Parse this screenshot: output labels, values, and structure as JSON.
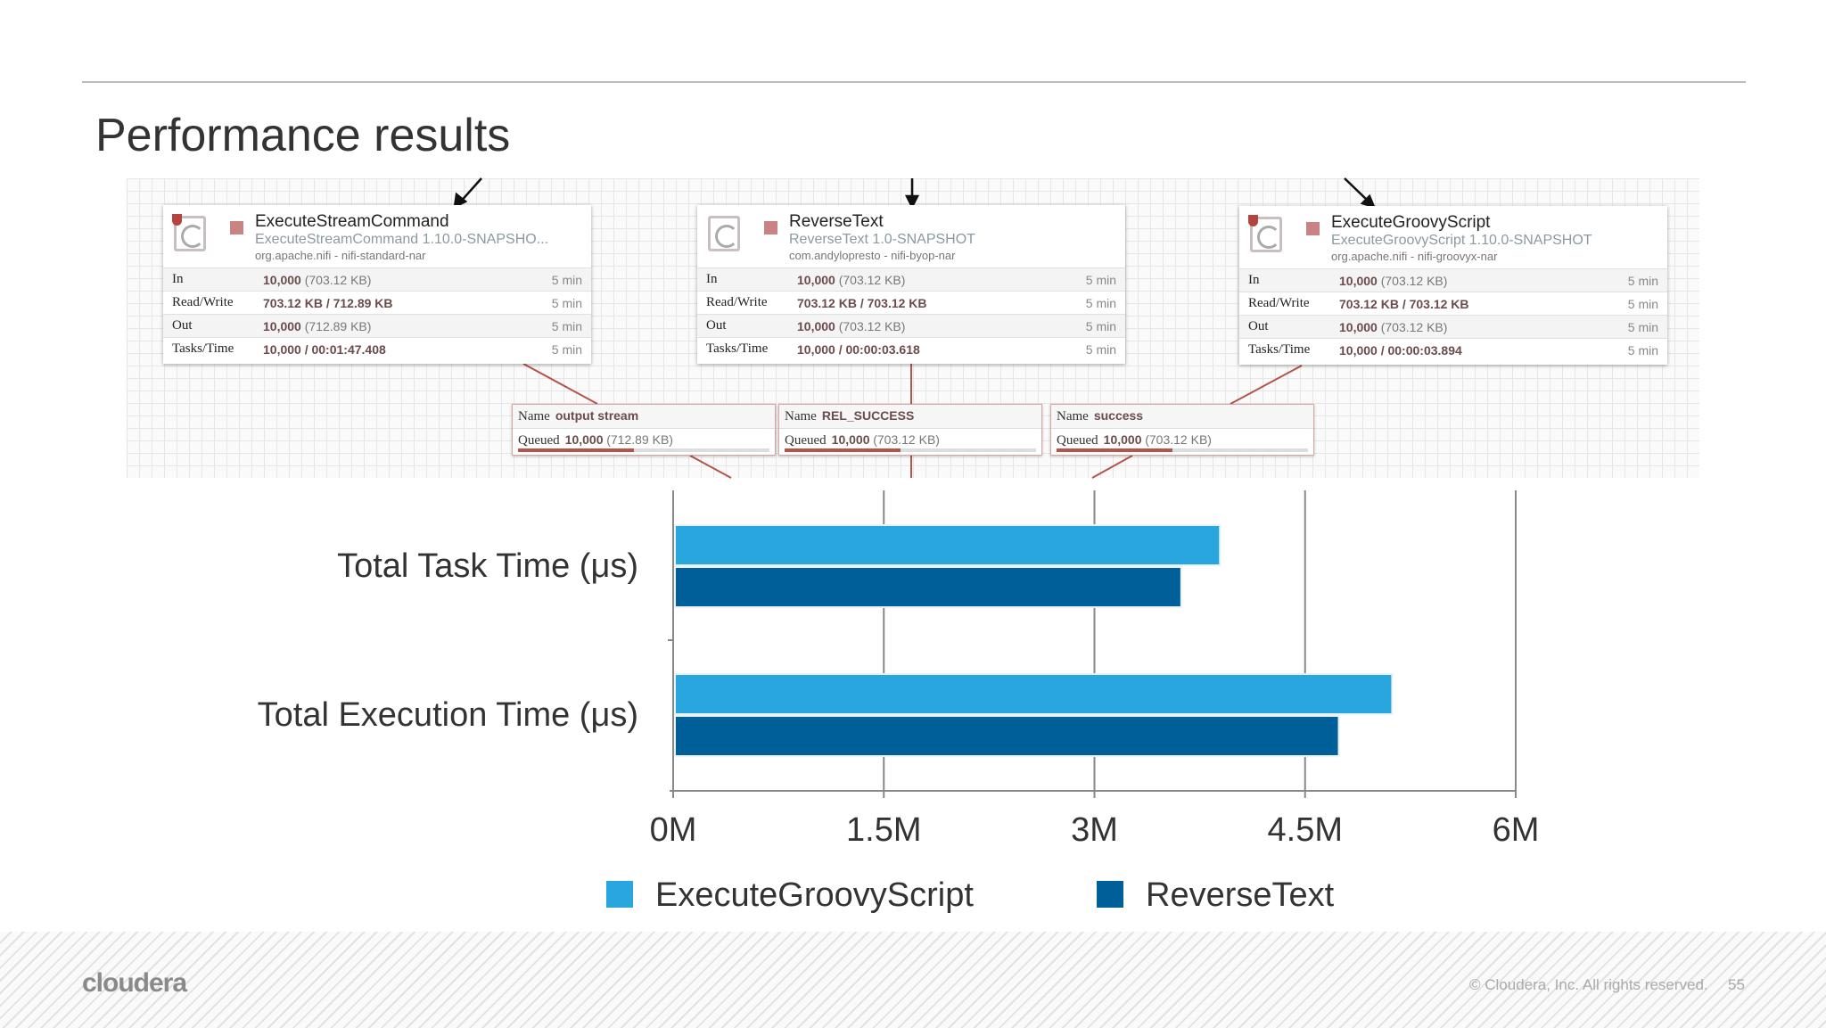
{
  "slide": {
    "title": "Performance results",
    "page_number": "55",
    "copyright": "© Cloudera, Inc. All rights reserved.",
    "logo": "cloudera"
  },
  "processors": [
    {
      "name": "ExecuteStreamCommand",
      "type": "ExecuteStreamCommand 1.10.0-SNAPSHO...",
      "bundle": "org.apache.nifi - nifi-standard-nar",
      "restricted": true,
      "rows": [
        {
          "label": "In",
          "value": "10,000",
          "extra": "(703.12 KB)",
          "time": "5 min"
        },
        {
          "label": "Read/Write",
          "value": "703.12 KB / 712.89 KB",
          "extra": "",
          "time": "5 min"
        },
        {
          "label": "Out",
          "value": "10,000",
          "extra": "(712.89 KB)",
          "time": "5 min"
        },
        {
          "label": "Tasks/Time",
          "value": "10,000 / 00:01:47.408",
          "extra": "",
          "time": "5 min"
        }
      ]
    },
    {
      "name": "ReverseText",
      "type": "ReverseText 1.0-SNAPSHOT",
      "bundle": "com.andylopresto - nifi-byop-nar",
      "restricted": false,
      "rows": [
        {
          "label": "In",
          "value": "10,000",
          "extra": "(703.12 KB)",
          "time": "5 min"
        },
        {
          "label": "Read/Write",
          "value": "703.12 KB / 703.12 KB",
          "extra": "",
          "time": "5 min"
        },
        {
          "label": "Out",
          "value": "10,000",
          "extra": "(703.12 KB)",
          "time": "5 min"
        },
        {
          "label": "Tasks/Time",
          "value": "10,000 / 00:00:03.618",
          "extra": "",
          "time": "5 min"
        }
      ]
    },
    {
      "name": "ExecuteGroovyScript",
      "type": "ExecuteGroovyScript 1.10.0-SNAPSHOT",
      "bundle": "org.apache.nifi - nifi-groovyx-nar",
      "restricted": true,
      "rows": [
        {
          "label": "In",
          "value": "10,000",
          "extra": "(703.12 KB)",
          "time": "5 min"
        },
        {
          "label": "Read/Write",
          "value": "703.12 KB / 703.12 KB",
          "extra": "",
          "time": "5 min"
        },
        {
          "label": "Out",
          "value": "10,000",
          "extra": "(703.12 KB)",
          "time": "5 min"
        },
        {
          "label": "Tasks/Time",
          "value": "10,000 / 00:00:03.894",
          "extra": "",
          "time": "5 min"
        }
      ]
    }
  ],
  "connections": [
    {
      "name_label": "Name",
      "name": "output stream",
      "queued_label": "Queued",
      "count": "10,000",
      "size": "(712.89 KB)"
    },
    {
      "name_label": "Name",
      "name": "REL_SUCCESS",
      "queued_label": "Queued",
      "count": "10,000",
      "size": "(703.12 KB)"
    },
    {
      "name_label": "Name",
      "name": "success",
      "queued_label": "Queued",
      "count": "10,000",
      "size": "(703.12 KB)"
    }
  ],
  "chart_data": {
    "type": "bar",
    "orientation": "horizontal",
    "categories": [
      "Total Task Time (μs)",
      "Total Execution Time (μs)"
    ],
    "series": [
      {
        "name": "ExecuteGroovyScript",
        "color": "#29a6de",
        "values": [
          3894000,
          5120000
        ]
      },
      {
        "name": "ReverseText",
        "color": "#005e99",
        "values": [
          3618000,
          4740000
        ]
      }
    ],
    "xlim": [
      0,
      6000000
    ],
    "xticks": [
      0,
      1500000,
      3000000,
      4500000,
      6000000
    ],
    "xtick_labels": [
      "0M",
      "1.5M",
      "3M",
      "4.5M",
      "6M"
    ],
    "grid": "vertical",
    "legend": "bottom"
  }
}
